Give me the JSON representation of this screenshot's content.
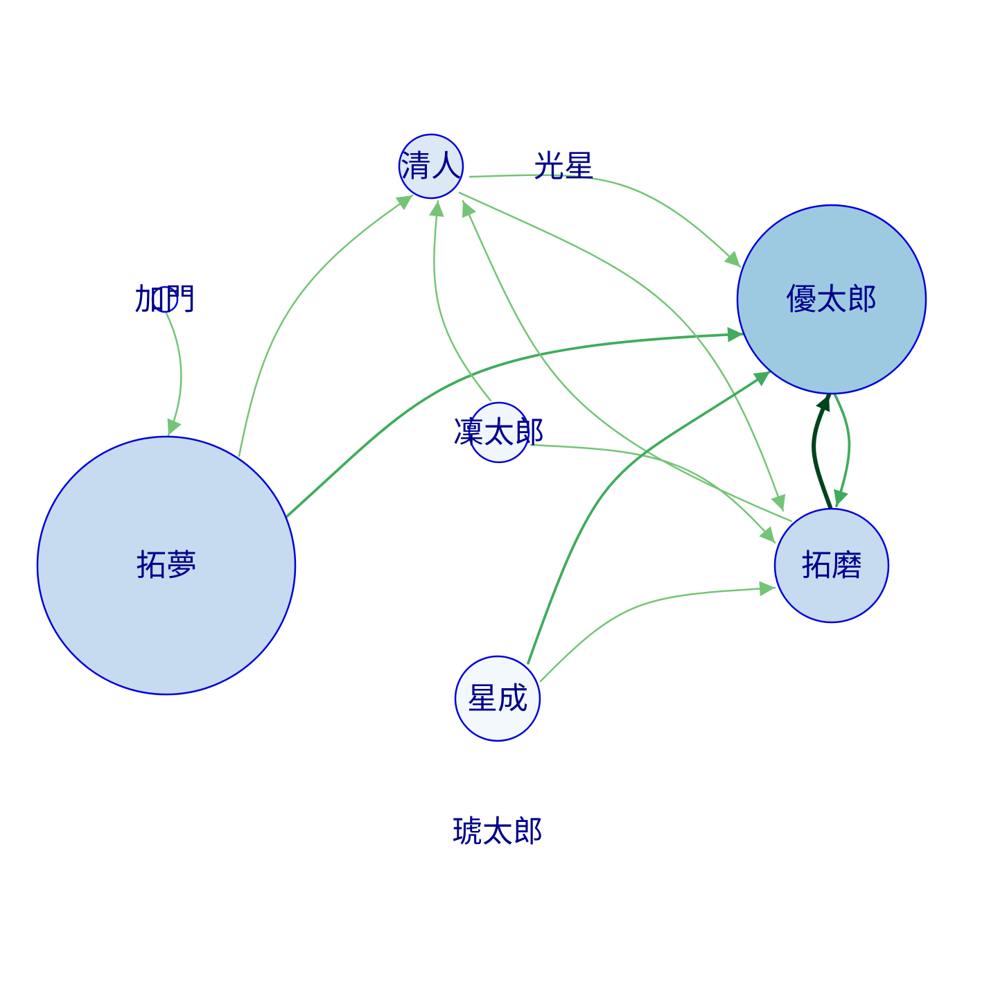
{
  "graph": {
    "type": "directed-network",
    "nodes": [
      {
        "id": "seijin",
        "label": "清人",
        "fill": "#dce8f4"
      },
      {
        "id": "kousei",
        "label": "光星",
        "fill": "#f7fbff"
      },
      {
        "id": "kamon",
        "label": "加門",
        "fill": "#f7fbff"
      },
      {
        "id": "yutaro",
        "label": "優太郎",
        "fill": "#9ecae1"
      },
      {
        "id": "takumu",
        "label": "拓夢",
        "fill": "#c6dbef"
      },
      {
        "id": "rintaro",
        "label": "凜太郎",
        "fill": "#f0f6fc"
      },
      {
        "id": "takuma",
        "label": "拓磨",
        "fill": "#c6dbef"
      },
      {
        "id": "seinari",
        "label": "星成",
        "fill": "#f3f8fd"
      },
      {
        "id": "kohtaro",
        "label": "琥太郎",
        "fill": "#ffffff"
      }
    ],
    "edges": [
      {
        "from": "kamon",
        "to": "takumu",
        "weight": 1,
        "color": "#74c476"
      },
      {
        "from": "takumu",
        "to": "seijin",
        "weight": 1,
        "color": "#74c476"
      },
      {
        "from": "takumu",
        "to": "yutaro",
        "weight": 2,
        "color": "#41ab5d"
      },
      {
        "from": "seijin",
        "to": "yutaro",
        "weight": 1,
        "color": "#74c476"
      },
      {
        "from": "seijin",
        "to": "takuma",
        "weight": 1,
        "color": "#74c476"
      },
      {
        "from": "takuma",
        "to": "seijin",
        "weight": 1,
        "color": "#74c476"
      },
      {
        "from": "rintaro",
        "to": "seijin",
        "weight": 1,
        "color": "#74c476"
      },
      {
        "from": "rintaro",
        "to": "takuma",
        "weight": 1,
        "color": "#74c476"
      },
      {
        "from": "seinari",
        "to": "yutaro",
        "weight": 2,
        "color": "#41ab5d"
      },
      {
        "from": "seinari",
        "to": "takuma",
        "weight": 1,
        "color": "#74c476"
      },
      {
        "from": "takuma",
        "to": "yutaro",
        "weight": 4,
        "color": "#00441b"
      },
      {
        "from": "yutaro",
        "to": "takuma",
        "weight": 2,
        "color": "#41ab5d"
      }
    ]
  }
}
